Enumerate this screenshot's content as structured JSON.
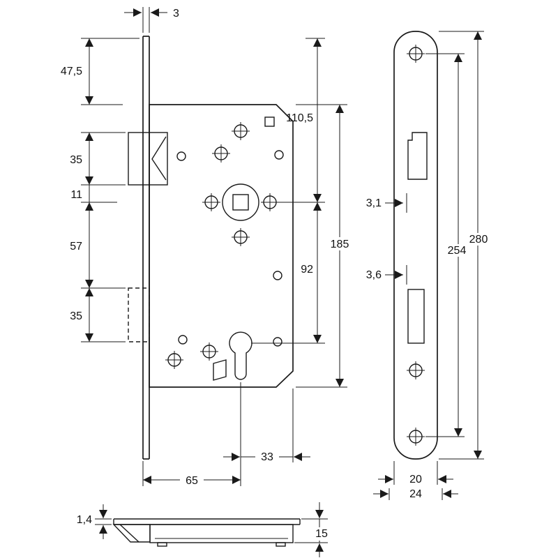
{
  "drawing": {
    "subject": "mortise-lock-technical-drawing",
    "line_color": "#1a1a1a",
    "background_color": "#ffffff"
  },
  "dims": {
    "faceplate_thickness": "3",
    "top_to_case": "47,5",
    "latch_height": "35",
    "latch_to_follower": "11",
    "follower_to_deadbolt": "57",
    "deadbolt_height": "35",
    "top_to_follower_axis": "110,5",
    "follower_to_cylinder": "92",
    "case_height": "185",
    "cylinder_axis_to_edge": "33",
    "backset": "65",
    "plate_offset_top": "3,1",
    "plate_offset_bottom": "3,6",
    "screw_spacing": "254",
    "faceplate_length": "280",
    "faceplate_width": "20",
    "faceplate_width_outer": "24",
    "faceplate_plate_thickness": "1,4",
    "case_depth": "15"
  }
}
